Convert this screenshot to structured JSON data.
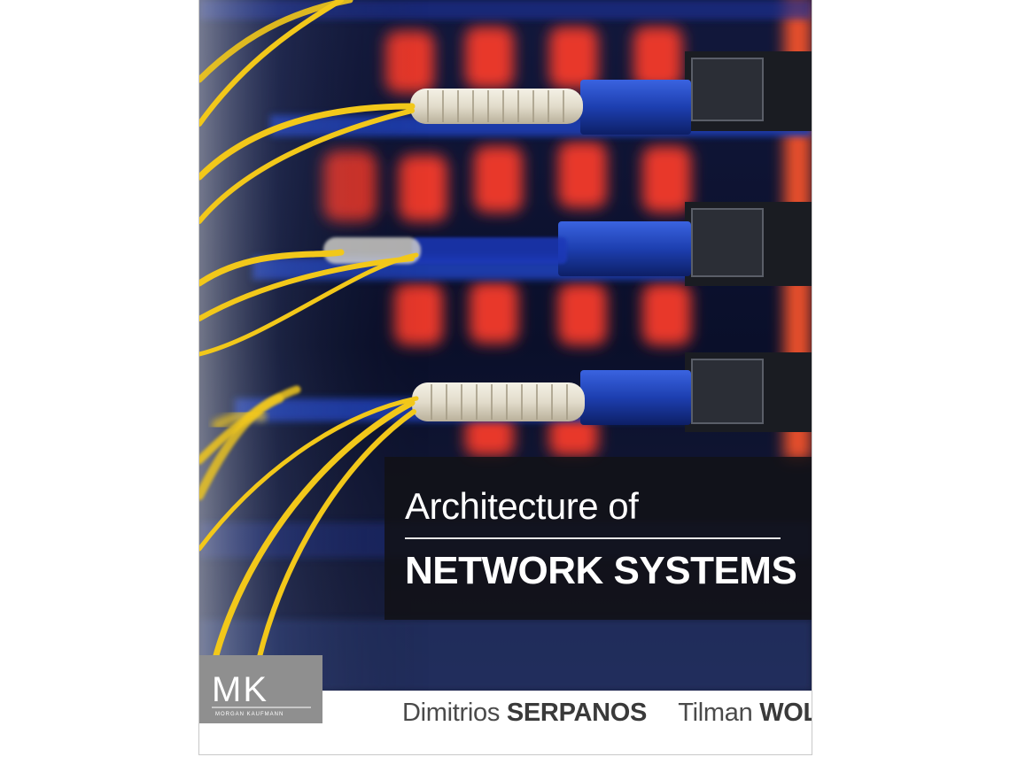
{
  "book": {
    "title_line1": "Architecture of",
    "title_line2": "NETWORK SYSTEMS",
    "authors": [
      {
        "given": "Dimitrios",
        "family": "SERPANOS"
      },
      {
        "given": "Tilman",
        "family": "WOLF"
      }
    ],
    "publisher_logo": {
      "monogram": "MK",
      "imprint": "MORGAN KAUFMANN",
      "icon": "publisher-logo"
    }
  },
  "colors": {
    "fiber_yellow": "#f2c81a",
    "connector_blue": "#1d3fb0",
    "rack_red": "#e8382c",
    "title_band": "#121216",
    "logo_gray": "#8f8f8f"
  }
}
